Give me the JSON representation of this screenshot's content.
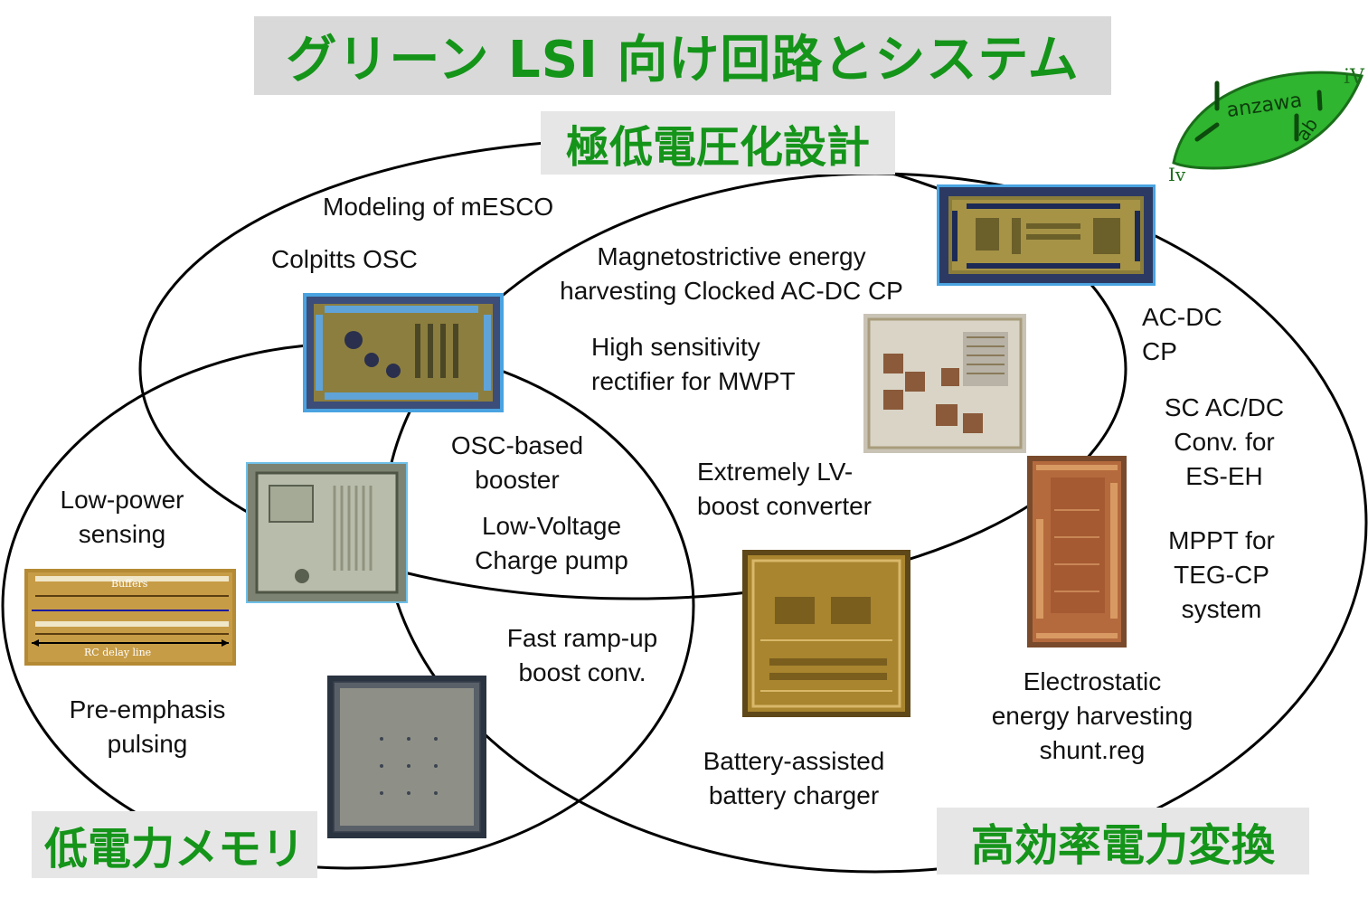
{
  "title": "グリーン LSI 向け回路とシステム",
  "categories": {
    "ultra_low_voltage": "極低電圧化設計",
    "low_power_memory": "低電力メモリ",
    "high_efficiency_power": "高効率電力変換"
  },
  "logo": {
    "text_main": "anzawa",
    "text_ab": "ab",
    "text_iv_upper": "iV",
    "text_iv_lower": "Iv",
    "color": "#2fb52f"
  },
  "labels": {
    "modeling_mesco": "Modeling of mESCO",
    "colpitts_osc": "Colpitts OSC",
    "magnetostrictive": [
      "Magnetostrictive energy",
      "harvesting Clocked AC-DC CP"
    ],
    "high_sensitivity": [
      "High sensitivity",
      "rectifier for MWPT"
    ],
    "ac_dc_cp": [
      "AC-DC",
      "CP"
    ],
    "sc_acdc": [
      "SC AC/DC",
      "Conv. for",
      "ES-EH"
    ],
    "osc_booster": [
      "OSC-based",
      "booster"
    ],
    "low_voltage_cp": [
      "Low-Voltage",
      "Charge pump"
    ],
    "extremely_lv": [
      "Extremely LV-",
      "boost converter"
    ],
    "mppt": [
      "MPPT for",
      "TEG-CP",
      "system"
    ],
    "low_power_sensing": [
      "Low-power",
      "sensing"
    ],
    "fast_ramp": [
      "Fast ramp-up",
      "boost conv."
    ],
    "electrostatic": [
      "Electrostatic",
      "energy harvesting",
      "shunt.reg"
    ],
    "pre_emphasis": [
      "Pre-emphasis",
      "pulsing"
    ],
    "battery_assisted": [
      "Battery-assisted",
      "battery charger"
    ]
  },
  "chip_annotations": {
    "buffers": "Buffers",
    "rc_delay_line": "RC delay line"
  },
  "colors": {
    "accent_green": "#15941a",
    "title_bg": "#d9d9d9",
    "category_bg": "#e6e6e6",
    "chip_border_blue": "#4aa3e0"
  }
}
